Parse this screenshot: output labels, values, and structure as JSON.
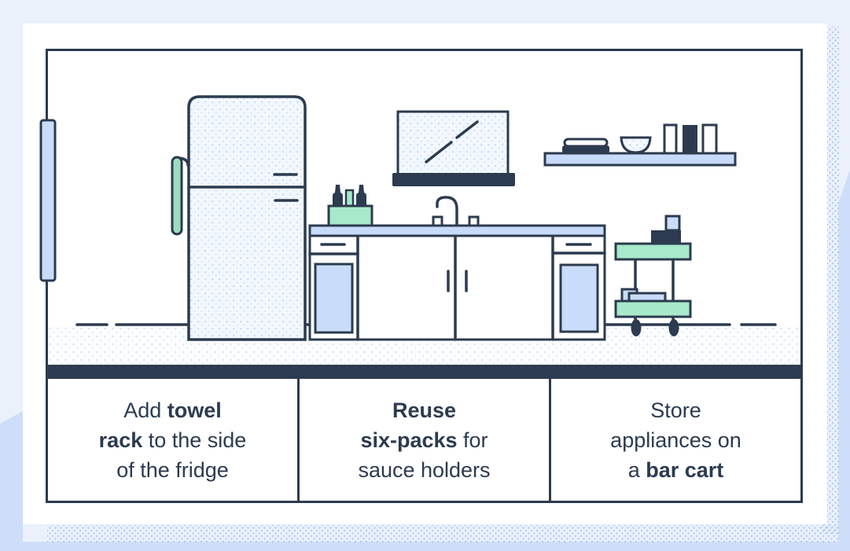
{
  "colors": {
    "bg": "#EBF1FB",
    "ink": "#2C3B4F",
    "card": "#FFFFFF",
    "periwinkle": "#C7DAF9",
    "panel": "#C9DCFA",
    "mint": "#A7E9CA",
    "mint2": "#9EDCC0",
    "decor": "#CFDEF8",
    "halftone": "#B7CFF3"
  },
  "captions": [
    {
      "id": "towel-rack-tip",
      "lines": [
        [
          {
            "text": "Add ",
            "bold": false
          },
          {
            "text": "towel",
            "bold": true
          }
        ],
        [
          {
            "text": "rack",
            "bold": true
          },
          {
            "text": " to the side",
            "bold": false
          }
        ],
        [
          {
            "text": "of the fridge",
            "bold": false
          }
        ]
      ]
    },
    {
      "id": "six-pack-tip",
      "lines": [
        [
          {
            "text": "Reuse",
            "bold": true
          }
        ],
        [
          {
            "text": "six-packs",
            "bold": true
          },
          {
            "text": " for",
            "bold": false
          }
        ],
        [
          {
            "text": "sauce holders",
            "bold": false
          }
        ]
      ]
    },
    {
      "id": "bar-cart-tip",
      "lines": [
        [
          {
            "text": "Store",
            "bold": false
          }
        ],
        [
          {
            "text": "appliances on",
            "bold": false
          }
        ],
        [
          {
            "text": "a ",
            "bold": false
          },
          {
            "text": "bar cart",
            "bold": true
          }
        ]
      ]
    }
  ],
  "illustration": {
    "scene": "kitchen",
    "items": [
      "window-frame",
      "refrigerator",
      "towel-rack",
      "six-pack-sauce-holder",
      "kitchen-counter",
      "sink-faucet",
      "mirror",
      "wall-shelf",
      "plate-stack",
      "bowl",
      "books",
      "bar-cart",
      "appliance",
      "floor"
    ]
  }
}
